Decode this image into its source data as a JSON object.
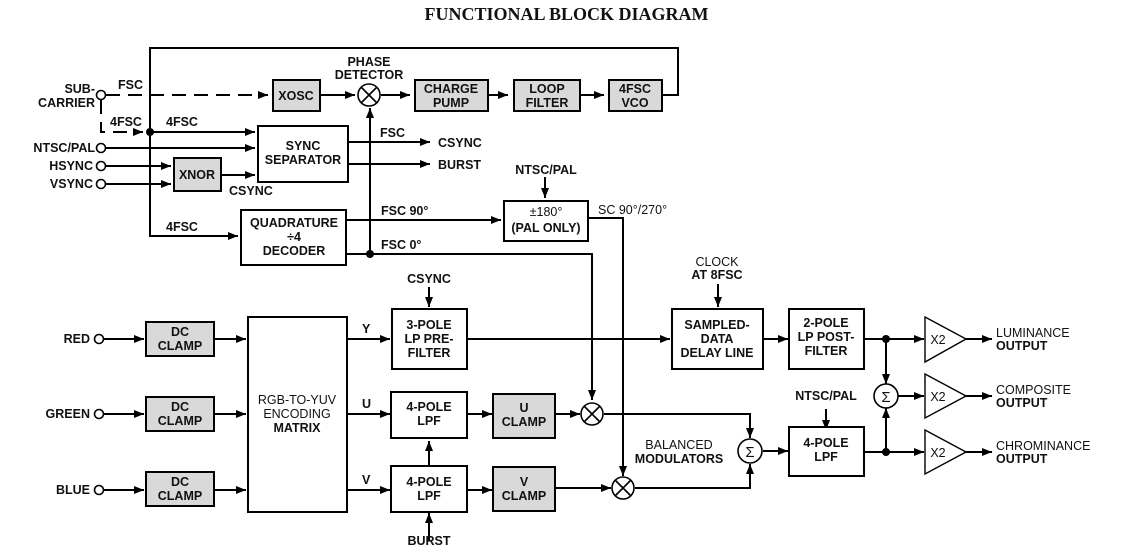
{
  "title": "FUNCTIONAL BLOCK DIAGRAM",
  "inputs": {
    "subcarrier": [
      "SUB-",
      "CARRIER"
    ],
    "ntsc_pal": "NTSC/PAL",
    "hsync": "HSYNC",
    "vsync": "VSYNC",
    "red": "RED",
    "green": "GREEN",
    "blue": "BLUE"
  },
  "blocks": {
    "xosc": [
      "XOSC"
    ],
    "phase_detector": [
      "PHASE",
      "DETECTOR"
    ],
    "charge_pump": [
      "CHARGE",
      "PUMP"
    ],
    "loop_filter": [
      "LOOP",
      "FILTER"
    ],
    "vco": [
      "4FSC",
      "VCO"
    ],
    "xnor": [
      "XNOR"
    ],
    "sync_separator": [
      "SYNC",
      "SEPARATOR"
    ],
    "quadrature": [
      "QUADRATURE",
      "÷4",
      "DECODER"
    ],
    "pal_switch": [
      "±180°",
      "(PAL ONLY)"
    ],
    "dc_clamp_red": [
      "DC",
      "CLAMP"
    ],
    "dc_clamp_green": [
      "DC",
      "CLAMP"
    ],
    "dc_clamp_blue": [
      "DC",
      "CLAMP"
    ],
    "matrix": [
      "RGB-TO-YUV",
      "ENCODING",
      "MATRIX"
    ],
    "y_prefilter": [
      "3-POLE",
      "LP PRE-",
      "FILTER"
    ],
    "u_lpf": [
      "4-POLE",
      "LPF"
    ],
    "v_lpf": [
      "4-POLE",
      "LPF"
    ],
    "u_clamp": [
      "U",
      "CLAMP"
    ],
    "v_clamp": [
      "V",
      "CLAMP"
    ],
    "delay_line": [
      "SAMPLED-",
      "DATA",
      "DELAY LINE"
    ],
    "postfilter": [
      "2-POLE",
      "LP POST-",
      "FILTER"
    ],
    "chroma_lpf": [
      "4-POLE",
      "LPF"
    ],
    "amp": "X2"
  },
  "signals": {
    "fsc": "FSC",
    "fsc4_a": "4FSC",
    "fsc4_b": "4FSC",
    "fsc4_c": "4FSC",
    "fsc_pd": "FSC",
    "csync_out": "CSYNC",
    "burst_out": "BURST",
    "csync_xnor": "CSYNC",
    "ntsc_pal_sw": "NTSC/PAL",
    "fsc90": "FSC 90°",
    "fsc0": "FSC 0°",
    "sc90_270": "SC 90°/270°",
    "csync_pre": "CSYNC",
    "y": "Y",
    "u": "U",
    "v": "V",
    "burst_in": "BURST",
    "clock": [
      "CLOCK",
      "AT 8FSC"
    ],
    "ntsc_pal_lpf": "NTSC/PAL",
    "balanced": [
      "BALANCED",
      "MODULATORS"
    ]
  },
  "outputs": {
    "luminance": [
      "LUMINANCE",
      "OUTPUT"
    ],
    "composite": [
      "COMPOSITE",
      "OUTPUT"
    ],
    "chrominance": [
      "CHROMINANCE",
      "OUTPUT"
    ]
  },
  "symbols": {
    "multiply": "×",
    "sum": "Σ"
  }
}
